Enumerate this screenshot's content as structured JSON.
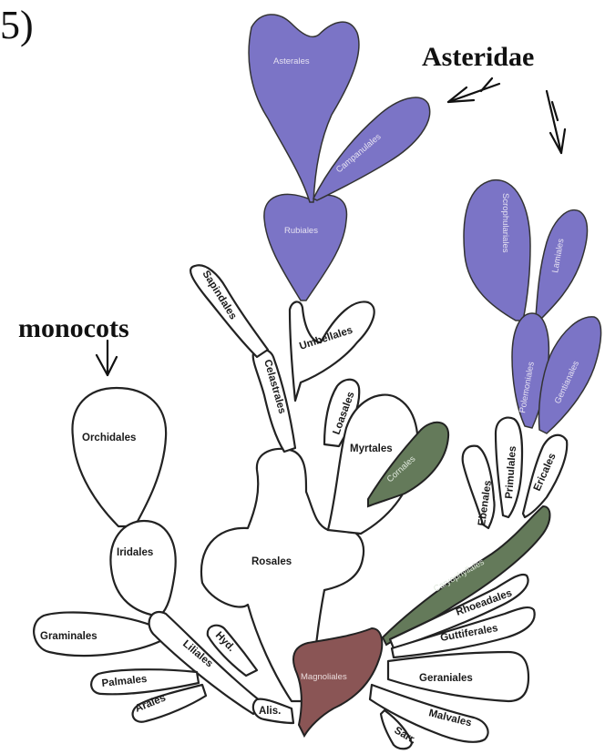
{
  "figure": {
    "panel_number": "5)",
    "callouts": {
      "asteridae": "Asteridae",
      "monocots": "monocots"
    }
  },
  "colors": {
    "asteridae": "#7b74c6",
    "green_group": "#647a5a",
    "magnoliales": "#8a5555",
    "outline": "#222222",
    "background": "#ffffff"
  },
  "orders": {
    "asterales": "Asterales",
    "campanulales": "Campanulales",
    "rubiales": "Rubiales",
    "sapindales": "Sapindales",
    "umbellales": "Umbellales",
    "celastrales": "Celastrales",
    "rosales": "Rosales",
    "loasales": "Loasales",
    "myrtales": "Myrtales",
    "cornales": "Cornales",
    "scrophulariales": "Scrophulariales",
    "lamiales": "Lamiales",
    "polemoniales": "Polemoniales",
    "gentianales": "Gentianales",
    "ebenales": "Ebenales",
    "primulales": "Primulales",
    "ericales": "Ericales",
    "caryophyllales": "Caryophyllales",
    "rhoeadales": "Rhoeadales",
    "guttiferales": "Guttiferales",
    "geraniales": "Geraniales",
    "malvales": "Malvales",
    "sarr": "Sarr.",
    "magnoliales": "Magnoliales",
    "orchidales": "Orchidales",
    "iridales": "Iridales",
    "graminales": "Graminales",
    "liliales": "Liliales",
    "hyd": "Hyd.",
    "palmales": "Palmales",
    "arales": "Arales",
    "alis": "Alis."
  }
}
